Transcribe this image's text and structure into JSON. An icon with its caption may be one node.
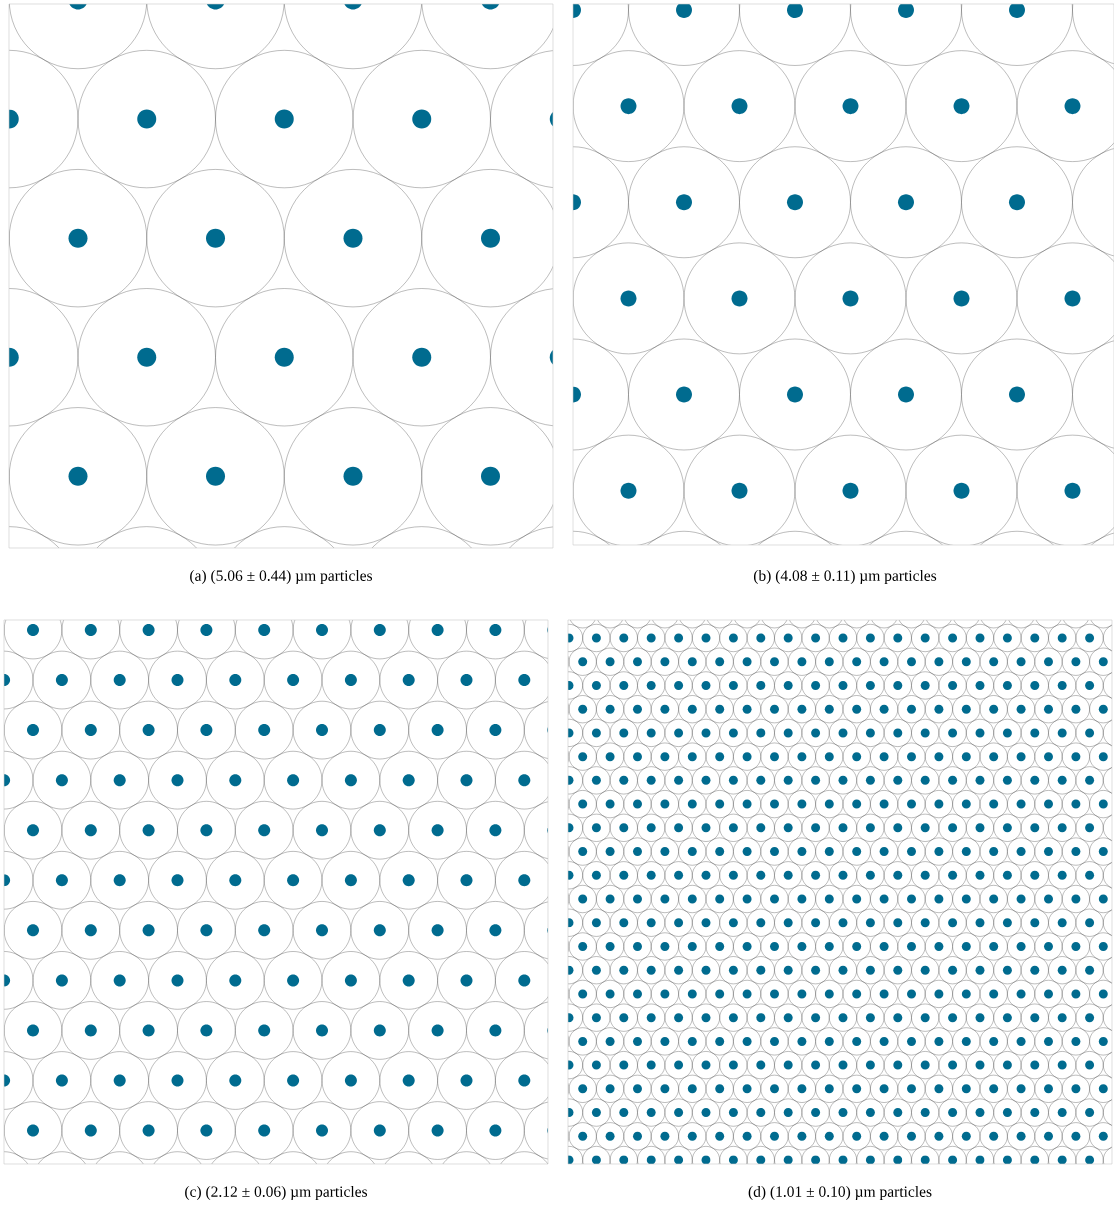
{
  "diagram": {
    "labels": [
      "(a) (5.06 ± 0.44) µm particles",
      "(b) (4.08 ± 0.11) µm particles",
      "(c) (2.12 ± 0.06) µm particles",
      "(d) (1.01 ± 0.10) µm particles"
    ]
  }
}
